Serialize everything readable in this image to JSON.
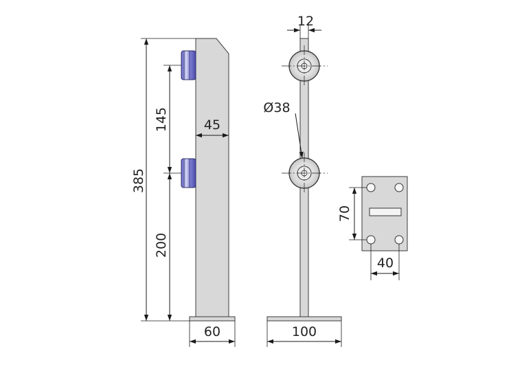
{
  "dimensions": {
    "total_height": "385",
    "clamp_spacing": "145",
    "lower_height": "200",
    "post_width": "45",
    "base_width_side": "60",
    "clamp_thickness": "12",
    "clamp_diameter": "Ø38",
    "base_width_front": "100",
    "plate_hole_spacing_v": "70",
    "plate_hole_spacing_h": "40"
  },
  "colors": {
    "part_fill": "#d8d8d8",
    "part_stroke": "#3a3a3a",
    "clamp_accent": "#6a6ad0",
    "line": "#1a1a1a"
  }
}
